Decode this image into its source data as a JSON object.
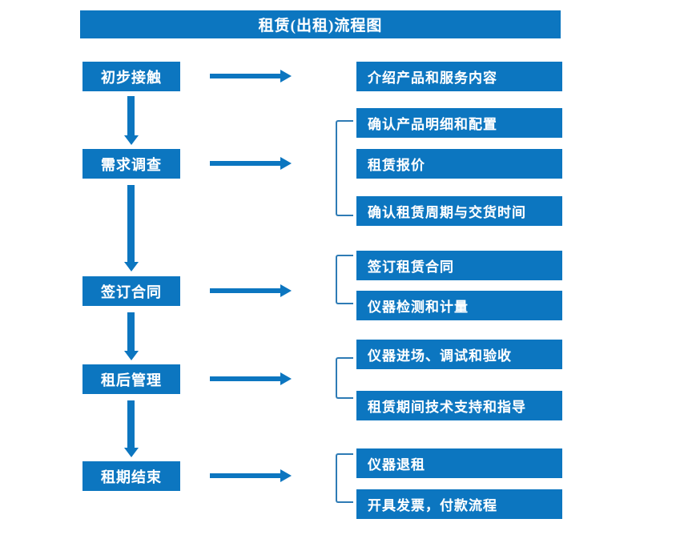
{
  "title": "租赁(出租)流程图",
  "theme": {
    "box_fill": "#0C76C0",
    "box_text": "#FFFFFF",
    "arrow": "#0C76C0",
    "bracket": "#2E7BB5",
    "background": "#FFFFFF"
  },
  "stages": [
    {
      "label": "初步接触"
    },
    {
      "label": "需求调查"
    },
    {
      "label": "签订合同"
    },
    {
      "label": "租后管理"
    },
    {
      "label": "租期结束"
    }
  ],
  "details": [
    {
      "label": "介绍产品和服务内容"
    },
    {
      "label": "确认产品明细和配置"
    },
    {
      "label": "租赁报价"
    },
    {
      "label": "确认租赁周期与交货时间"
    },
    {
      "label": "签订租赁合同"
    },
    {
      "label": "仪器检测和计量"
    },
    {
      "label": "仪器进场、调试和验收"
    },
    {
      "label": "租赁期间技术支持和指导"
    },
    {
      "label": "仪器退租"
    },
    {
      "label": "开具发票，付款流程"
    }
  ]
}
